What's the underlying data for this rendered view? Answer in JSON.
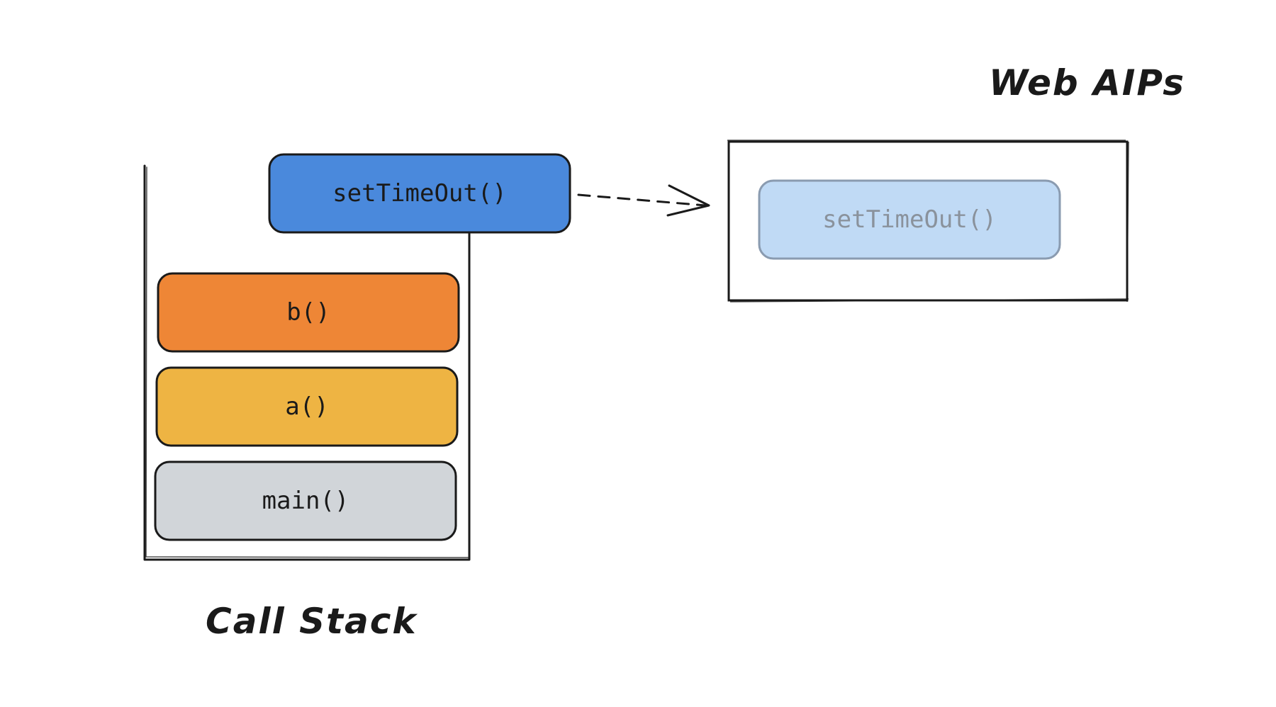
{
  "web_apis": {
    "title": "Web AIPs",
    "item_label": "setTimeOut()"
  },
  "call_stack": {
    "title": "Call Stack",
    "frames": [
      {
        "label": "setTimeOut()",
        "color": "#4a89dc"
      },
      {
        "label": "b()",
        "color": "#ee8636"
      },
      {
        "label": "a()",
        "color": "#eeb443"
      },
      {
        "label": "main()",
        "color": "#d1d5d9"
      }
    ]
  },
  "colors": {
    "stroke": "#1a1a1a",
    "web_api_item_fill": "#c0daf5",
    "web_api_item_stroke": "#8a9bb0",
    "web_api_item_text": "#8a929c"
  }
}
